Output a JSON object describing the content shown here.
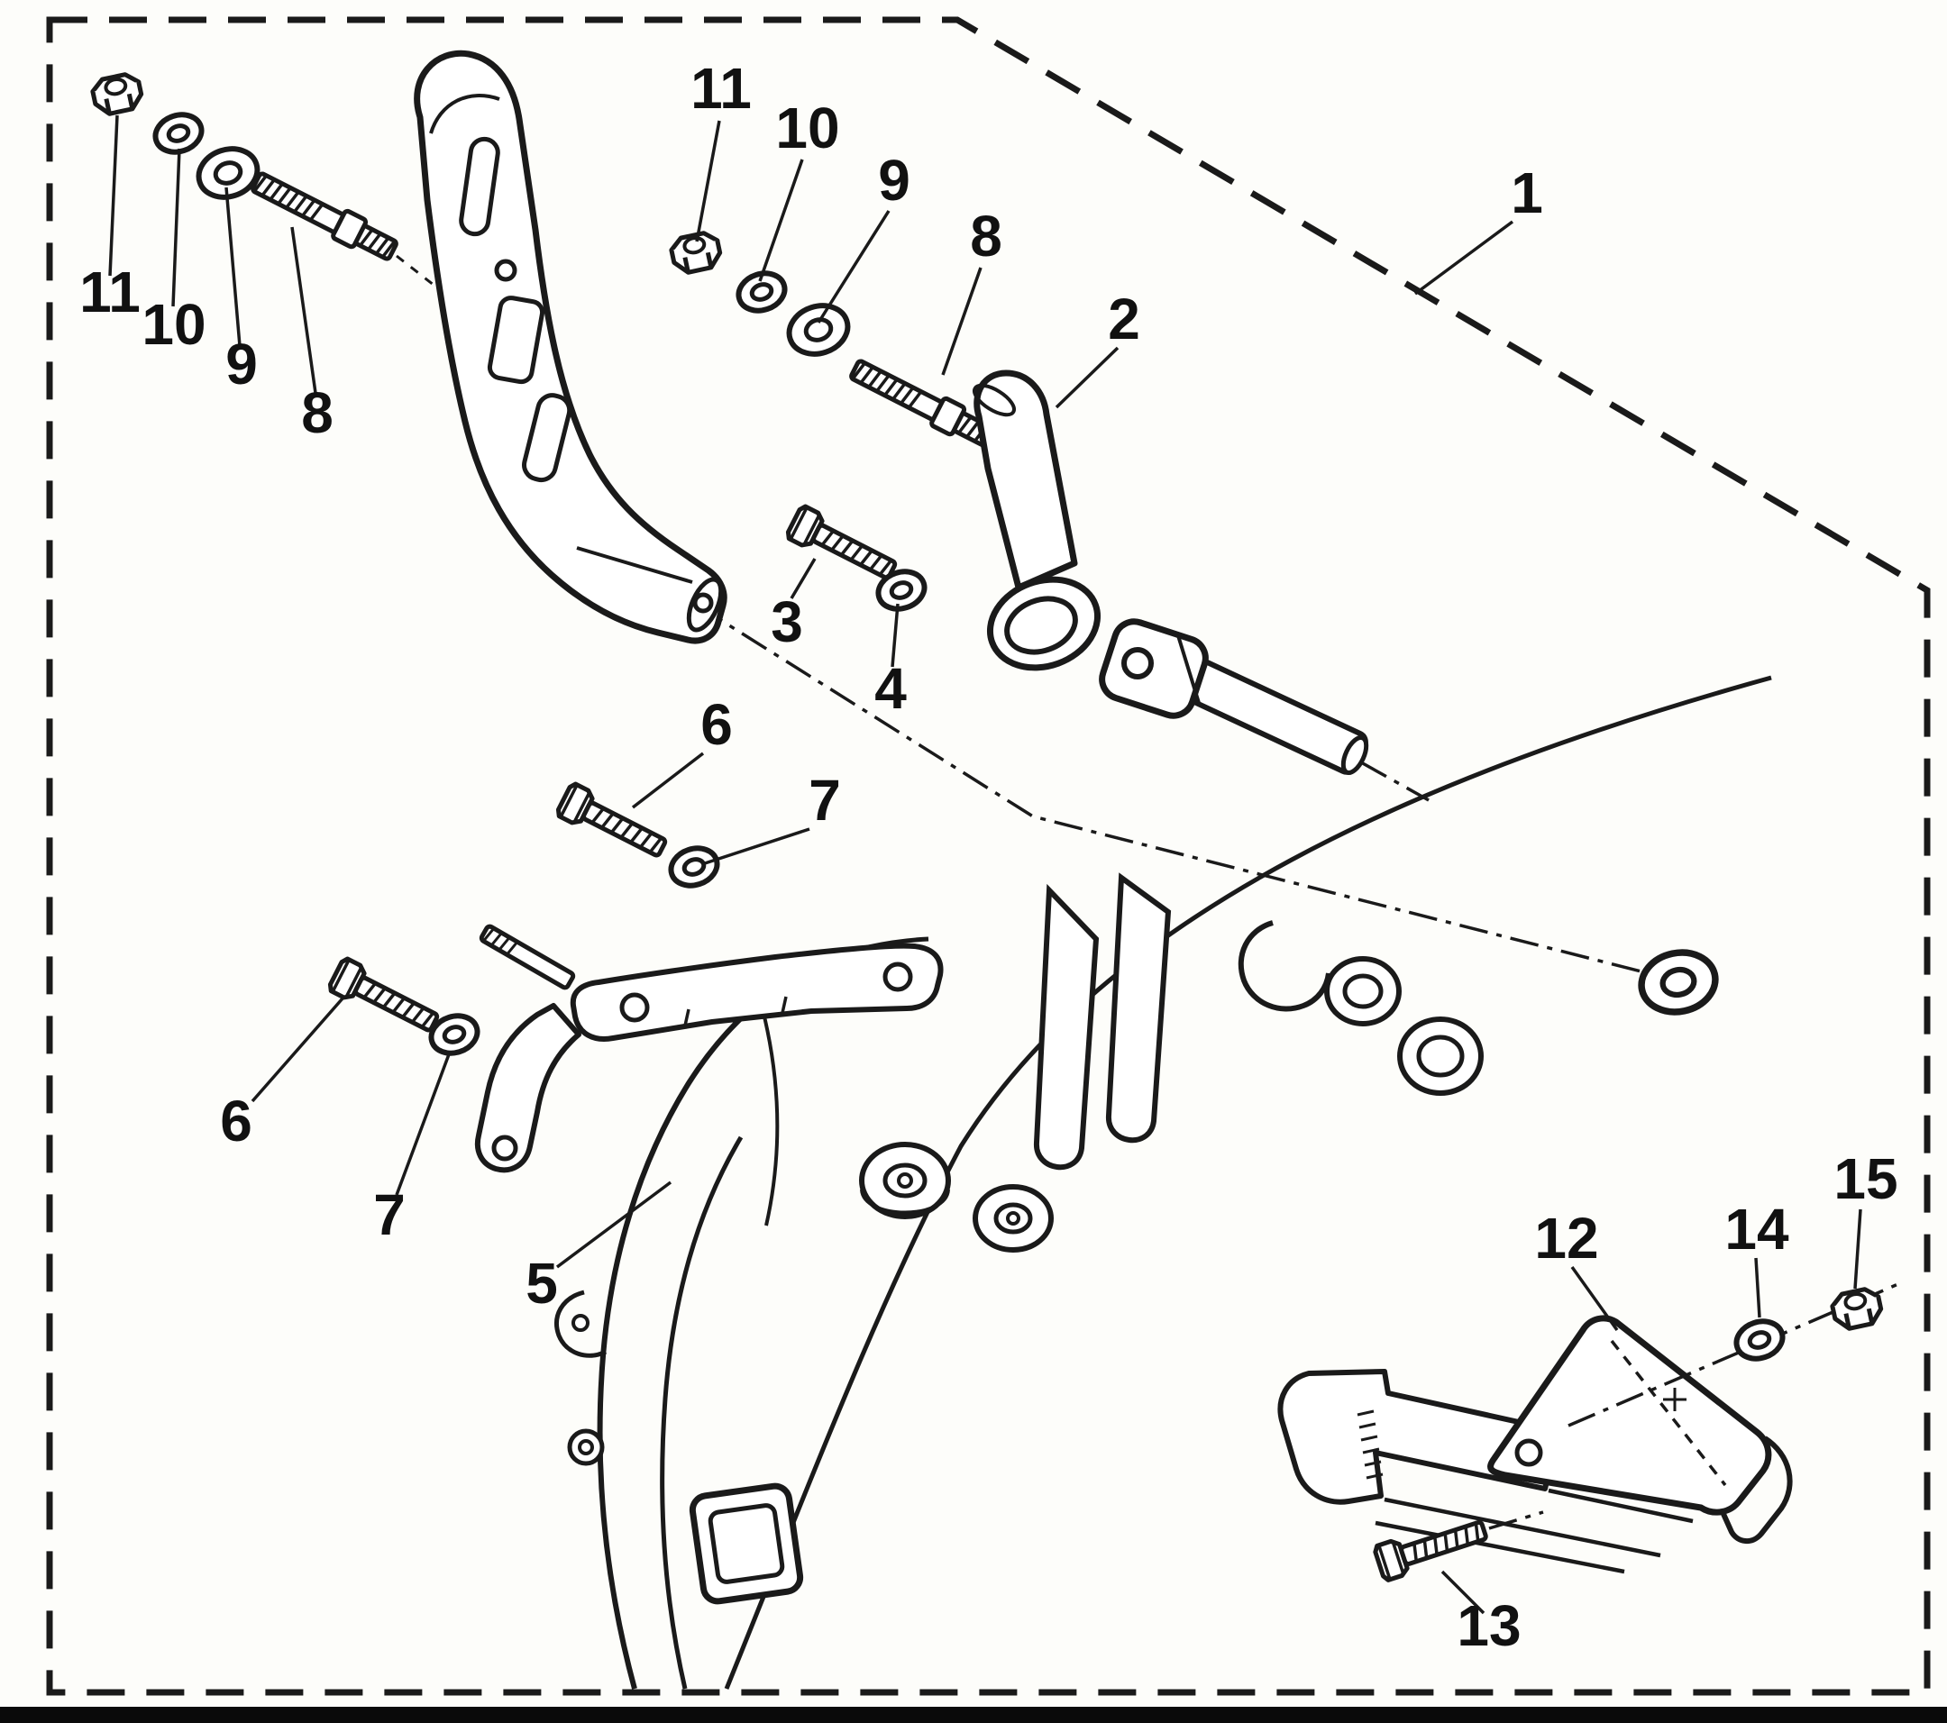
{
  "diagram": {
    "style": {
      "ink": "#1a1a1a",
      "paper": "#fdfdfa"
    },
    "callouts": [
      {
        "label": "11"
      },
      {
        "label": "10"
      },
      {
        "label": "9"
      },
      {
        "label": "8"
      },
      {
        "label": "11"
      },
      {
        "label": "10"
      },
      {
        "label": "9"
      },
      {
        "label": "8"
      },
      {
        "label": "2"
      },
      {
        "label": "3"
      },
      {
        "label": "4"
      },
      {
        "label": "1"
      },
      {
        "label": "6"
      },
      {
        "label": "7"
      },
      {
        "label": "6"
      },
      {
        "label": "7"
      },
      {
        "label": "5"
      },
      {
        "label": "12"
      },
      {
        "label": "14"
      },
      {
        "label": "15"
      },
      {
        "label": "13"
      }
    ]
  }
}
